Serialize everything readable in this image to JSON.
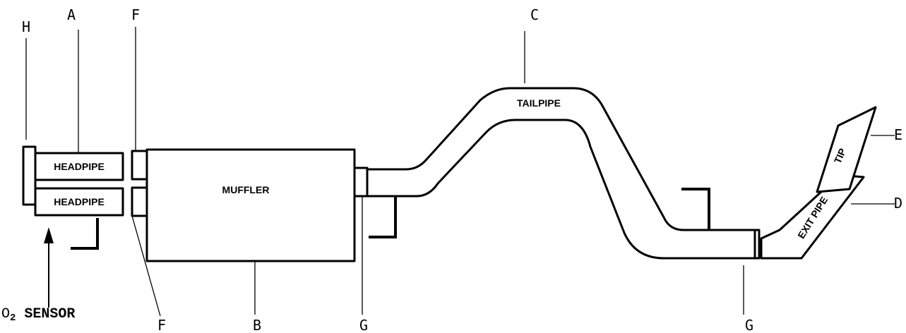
{
  "callouts": {
    "h": "H",
    "a": "A",
    "f_top": "F",
    "c": "C",
    "e": "E",
    "d": "D",
    "f_bottom": "F",
    "b": "B",
    "g_left": "G",
    "g_right": "G"
  },
  "parts": {
    "headpipe_top": "HEADPIPE",
    "headpipe_bottom": "HEADPIPE",
    "muffler": "MUFFLER",
    "tailpipe": "TAILPIPE",
    "tip": "TIP",
    "exit_pipe": "EXIT PIPE"
  },
  "sensor": {
    "o": "O",
    "sub": "2",
    "label": "SENSOR"
  }
}
